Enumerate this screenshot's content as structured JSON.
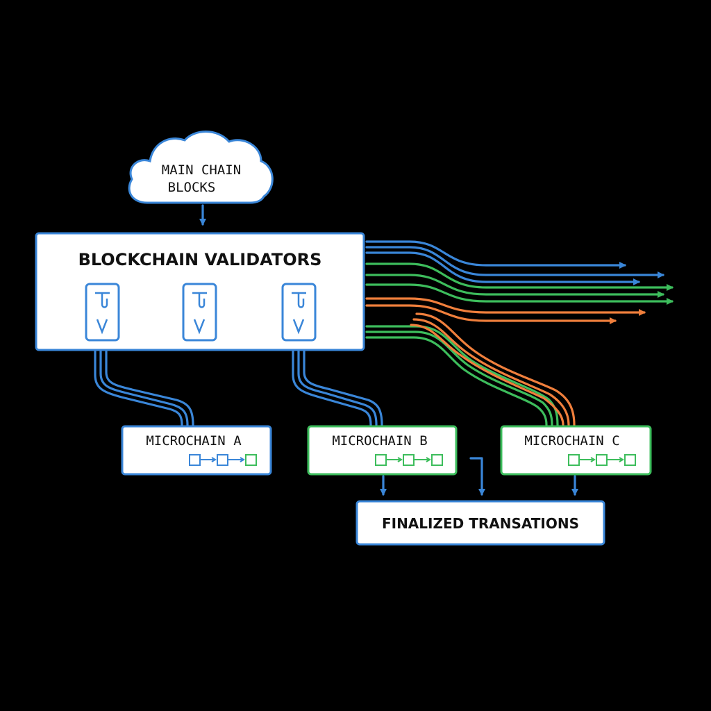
{
  "cloud": {
    "line1": "MAIN CHAIN",
    "line2": "BLOCKS"
  },
  "validators": {
    "title": "BLOCKCHAIN VALIDATORS",
    "count": 3
  },
  "microchains": [
    {
      "label": "MICROCHAIN A",
      "chain": [
        "blue",
        "blue",
        "green"
      ]
    },
    {
      "label": "MICROCHAIN B",
      "chain": [
        "green",
        "green",
        "green"
      ]
    },
    {
      "label": "MICROCHAIN C",
      "chain": [
        "green",
        "green",
        "green"
      ]
    }
  ],
  "finalized": {
    "label": "FINALIZED TRANSATIONS"
  },
  "colors": {
    "background": "#000000",
    "blue": "#3a86d8",
    "green": "#3dbd5c",
    "orange": "#f07f3c",
    "box_fill": "#ffffff",
    "text": "#111111"
  }
}
